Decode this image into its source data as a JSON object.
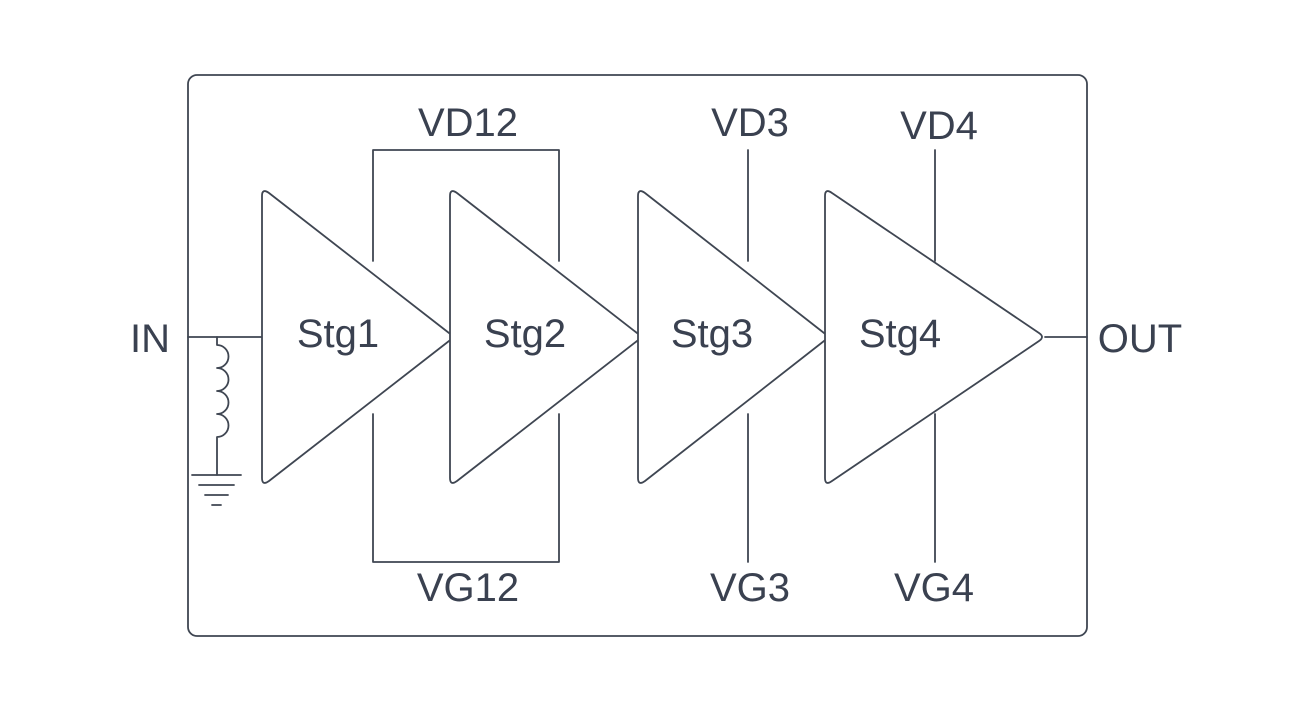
{
  "ports": {
    "input": "IN",
    "output": "OUT"
  },
  "stages": [
    {
      "label": "Stg1"
    },
    {
      "label": "Stg2"
    },
    {
      "label": "Stg3"
    },
    {
      "label": "Stg4"
    }
  ],
  "bias": {
    "drain_12": "VD12",
    "gate_12": "VG12",
    "drain_3": "VD3",
    "gate_3": "VG3",
    "drain_4": "VD4",
    "gate_4": "VG4"
  },
  "colors": {
    "stroke": "#3f4652",
    "text": "#3a4150",
    "background": "#ffffff"
  }
}
